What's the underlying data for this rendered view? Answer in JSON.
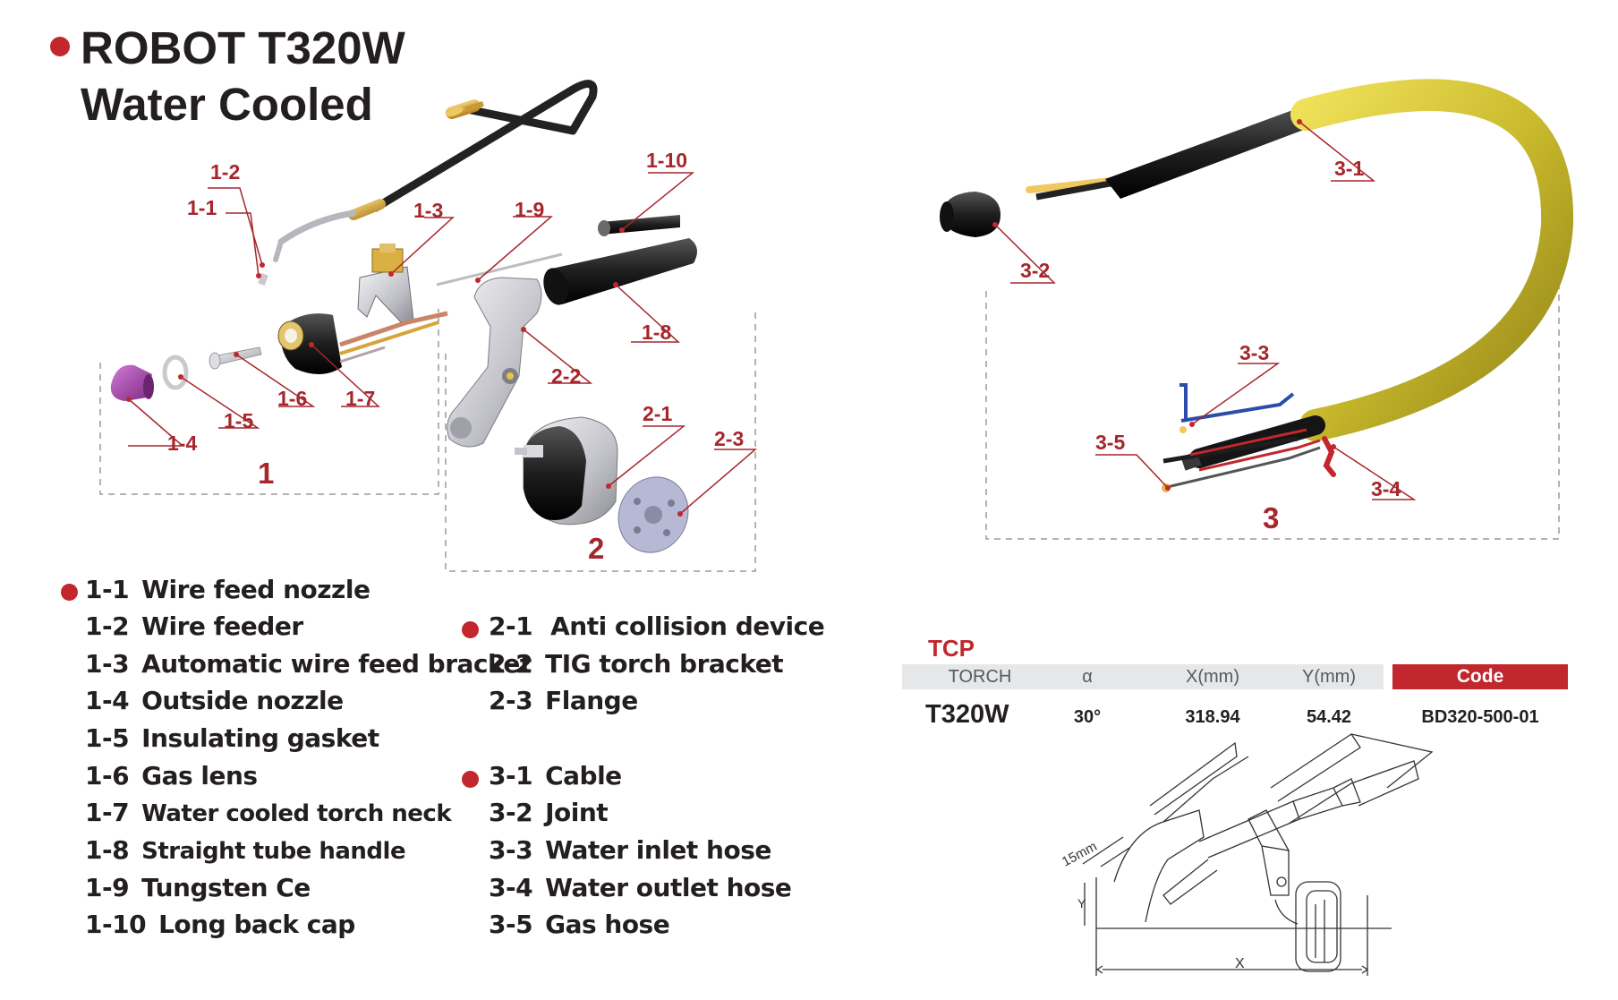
{
  "title": {
    "line1": "ROBOT T320W",
    "line2": "Water Cooled"
  },
  "callouts": [
    "1-1",
    "1-2",
    "1-3",
    "1-4",
    "1-5",
    "1-6",
    "1-7",
    "1-8",
    "1-9",
    "1-10",
    "2-1",
    "2-2",
    "2-3",
    "3-1",
    "3-2",
    "3-3",
    "3-4",
    "3-5"
  ],
  "groups": [
    "1",
    "2",
    "3"
  ],
  "parts_col1": [
    {
      "code": "1-1",
      "name": "Wire feed nozzle",
      "bullet": true
    },
    {
      "code": "1-2",
      "name": "Wire feeder",
      "bullet": false
    },
    {
      "code": "1-3",
      "name": "Automatic wire feed bracket",
      "bullet": false
    },
    {
      "code": "1-4",
      "name": "Outside nozzle",
      "bullet": false
    },
    {
      "code": "1-5",
      "name": "Insulating gasket",
      "bullet": false
    },
    {
      "code": "1-6",
      "name": "Gas lens",
      "bullet": false
    },
    {
      "code": "1-7",
      "name": "Water cooled torch neck",
      "bullet": false
    },
    {
      "code": "1-8",
      "name": "Straight tube handle",
      "bullet": false
    },
    {
      "code": "1-9",
      "name": "Tungsten Ce",
      "bullet": false
    },
    {
      "code": "1-10",
      "name": "Long back cap",
      "bullet": false
    }
  ],
  "parts_col2a": [
    {
      "code": "2-1",
      "name": "Anti collision device",
      "bullet": true
    },
    {
      "code": "2-2",
      "name": "TIG torch bracket",
      "bullet": false
    },
    {
      "code": "2-3",
      "name": "Flange",
      "bullet": false
    }
  ],
  "parts_col2b": [
    {
      "code": "3-1",
      "name": "Cable",
      "bullet": true
    },
    {
      "code": "3-2",
      "name": "Joint",
      "bullet": false
    },
    {
      "code": "3-3",
      "name": "Water inlet hose",
      "bullet": false
    },
    {
      "code": "3-4",
      "name": "Water outlet hose",
      "bullet": false
    },
    {
      "code": "3-5",
      "name": "Gas hose",
      "bullet": false
    }
  ],
  "tcp": {
    "title": "TCP",
    "headers": [
      "TORCH",
      "α",
      "X(mm)",
      "Y(mm)",
      "Code"
    ],
    "row": [
      "T320W",
      "30°",
      "318.94",
      "54.42",
      "BD320-500-01"
    ]
  },
  "drawing_labels": {
    "dim_15": "15mm",
    "x": "X",
    "y": "Y"
  },
  "colors": {
    "accent": "#c1272d",
    "callout": "#a6262c",
    "cable_yellow": "#d4c238",
    "nozzle_purple": "#9b3fa0"
  }
}
